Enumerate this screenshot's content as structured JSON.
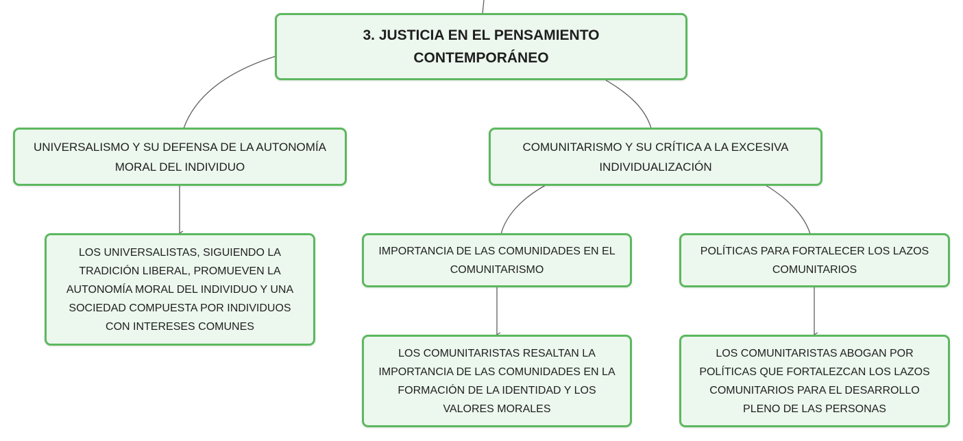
{
  "colors": {
    "node_fill": "#ecf7ee",
    "node_border": "#5cb85f",
    "connector": "#5f5f5f"
  },
  "mindmap": {
    "root": {
      "label": "3. JUSTICIA EN EL PENSAMIENTO\nCONTEMPORÁNEO"
    },
    "universalismo": {
      "label": "UNIVERSALISMO Y SU DEFENSA DE LA AUTONOMÍA\nMORAL DEL INDIVIDUO",
      "detail": "LOS UNIVERSALISTAS, SIGUIENDO LA\nTRADICIÓN LIBERAL, PROMUEVEN LA\nAUTONOMÍA MORAL DEL INDIVIDUO Y UNA\nSOCIEDAD COMPUESTA POR INDIVIDUOS\nCON INTERESES COMUNES"
    },
    "comunitarismo": {
      "label": "COMUNITARISMO Y SU CRÍTICA A LA EXCESIVA\nINDIVIDUALIZACIÓN",
      "importancia": {
        "label": "IMPORTANCIA DE LAS COMUNIDADES EN EL\nCOMUNITARISMO",
        "detail": "LOS COMUNITARISTAS RESALTAN LA\nIMPORTANCIA DE LAS COMUNIDADES EN LA\nFORMACIÓN DE LA IDENTIDAD Y LOS\nVALORES MORALES"
      },
      "politicas": {
        "label": "POLÍTICAS PARA FORTALECER LOS LAZOS\nCOMUNITARIOS",
        "detail": "LOS COMUNITARISTAS ABOGAN POR\nPOLÍTICAS QUE FORTALEZCAN LOS LAZOS\nCOMUNITARIOS PARA EL DESARROLLO\nPLENO DE LAS PERSONAS"
      }
    }
  }
}
